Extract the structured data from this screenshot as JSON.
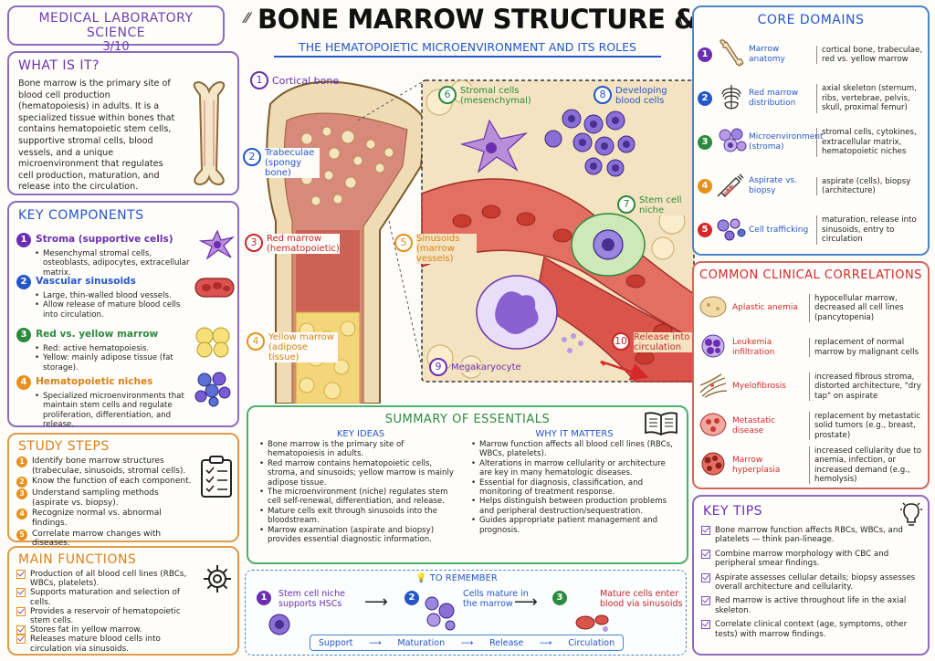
{
  "header": {
    "subject": "MEDICAL LABORATORY SCIENCE",
    "page": "3/10",
    "title": "BONE MARROW STRUCTURE & FUNCTION",
    "subtitle": "THE HEMATOPOIETIC MICROENVIRONMENT AND ITS ROLES"
  },
  "what_is_it": {
    "title": "WHAT IS IT?",
    "text": "Bone marrow is the primary site of blood cell production (hematopoiesis) in adults. It is a specialized tissue within bones that contains hematopoietic stem cells, supportive stromal cells, blood vessels, and a unique microenvironment that regulates cell production, maturation, and release into the circulation."
  },
  "key_components": {
    "title": "KEY COMPONENTS",
    "items": [
      {
        "num": "1",
        "color": "purple",
        "title": "Stroma (supportive cells)",
        "bullets": [
          "Mesenchymal stromal cells, osteoblasts, adipocytes, extracellular matrix."
        ]
      },
      {
        "num": "2",
        "color": "blue",
        "title": "Vascular sinusoids",
        "bullets": [
          "Large, thin-walled blood vessels.",
          "Allow release of mature blood cells into circulation."
        ]
      },
      {
        "num": "3",
        "color": "green",
        "title": "Red vs. yellow marrow",
        "bullets": [
          "Red: active hematopoiesis.",
          "Yellow: mainly adipose tissue (fat storage)."
        ]
      },
      {
        "num": "4",
        "color": "orange",
        "title": "Hematopoietic niches",
        "bullets": [
          "Specialized microenvironments that maintain stem cells and regulate proliferation, differentiation, and release."
        ]
      }
    ]
  },
  "study_steps": {
    "title": "STUDY STEPS",
    "items": [
      "Identify bone marrow structures (trabeculae, sinusoids, stromal cells).",
      "Know the function of each component.",
      "Understand sampling methods (aspirate vs. biopsy).",
      "Recognize normal vs. abnormal findings.",
      "Correlate marrow changes with diseases."
    ]
  },
  "main_functions": {
    "title": "MAIN FUNCTIONS",
    "items": [
      "Production of all blood cell lines (RBCs, WBCs, platelets).",
      "Supports maturation and selection of cells.",
      "Provides a reservoir of hematopoietic stem cells.",
      "Stores fat in yellow marrow.",
      "Releases mature blood cells into circulation via sinusoids."
    ]
  },
  "diagram": {
    "labels": [
      {
        "n": "1",
        "text": "Cortical bone"
      },
      {
        "n": "2",
        "text": "Trabeculae (spongy bone)"
      },
      {
        "n": "3",
        "text": "Red marrow (hematopoietic)"
      },
      {
        "n": "4",
        "text": "Yellow marrow (adipose tissue)"
      },
      {
        "n": "5",
        "text": "Sinusoids (marrow vessels)"
      },
      {
        "n": "6",
        "text": "Stromal cells (mesenchymal)"
      },
      {
        "n": "7",
        "text": "Stem cell niche"
      },
      {
        "n": "8",
        "text": "Developing blood cells"
      },
      {
        "n": "9",
        "text": "Megakaryocyte"
      },
      {
        "n": "10",
        "text": "Release into circulation"
      }
    ]
  },
  "summary": {
    "title": "SUMMARY OF ESSENTIALS",
    "col1_title": "KEY IDEAS",
    "col1": [
      "Bone marrow is the primary site of hematopoiesis in adults.",
      "Red marrow contains hematopoietic cells, stroma, and sinusoids; yellow marrow is mainly adipose tissue.",
      "The microenvironment (niche) regulates stem cell self-renewal, differentiation, and release.",
      "Mature cells exit through sinusoids into the bloodstream.",
      "Marrow examination (aspirate and biopsy) provides essential diagnostic information."
    ],
    "col2_title": "WHY IT MATTERS",
    "col2": [
      "Marrow function affects all blood cell lines (RBCs, WBCs, platelets).",
      "Alterations in marrow cellularity or architecture are key in many hematologic diseases.",
      "Essential for diagnosis, classification, and monitoring of treatment response.",
      "Helps distinguish between production problems and peripheral destruction/sequestration.",
      "Guides appropriate patient management and prognosis."
    ]
  },
  "remember": {
    "title": "TO REMEMBER",
    "steps": [
      {
        "n": "1",
        "text": "Stem cell niche supports HSCs"
      },
      {
        "n": "2",
        "text": "Cells mature in the marrow"
      },
      {
        "n": "3",
        "text": "Mature cells enter blood via sinusoids"
      }
    ],
    "flow": [
      "Support",
      "Maturation",
      "Release",
      "Circulation"
    ]
  },
  "core_domains": {
    "title": "CORE DOMAINS",
    "items": [
      {
        "n": "1",
        "color": "purple",
        "icon": "bone-icon",
        "name": "Marrow anatomy",
        "desc": "cortical bone, trabeculae, red vs. yellow marrow"
      },
      {
        "n": "2",
        "color": "blue",
        "icon": "skeleton-icon",
        "name": "Red marrow distribution",
        "desc": "axial skeleton (sternum, ribs, vertebrae, pelvis, skull, proximal femur)"
      },
      {
        "n": "3",
        "color": "green",
        "icon": "cells-icon",
        "name": "Microenvironment (stroma)",
        "desc": "stromal cells, cytokines, extracellular matrix, hematopoietic niches"
      },
      {
        "n": "4",
        "color": "orange",
        "icon": "syringe-icon",
        "name": "Aspirate vs. biopsy",
        "desc": "aspirate (cells), biopsy (architecture)"
      },
      {
        "n": "5",
        "color": "red",
        "icon": "trafficking-icon",
        "name": "Cell trafficking",
        "desc": "maturation, release into sinusoids, entry to circulation"
      }
    ]
  },
  "clinical": {
    "title": "COMMON CLINICAL CORRELATIONS",
    "items": [
      {
        "icon": "aplastic-icon",
        "name": "Aplastic anemia",
        "desc": "hypocellular marrow, decreased all cell lines (pancytopenia)"
      },
      {
        "icon": "leukemia-icon",
        "name": "Leukemia infiltration",
        "desc": "replacement of normal marrow by malignant cells"
      },
      {
        "icon": "fibrosis-icon",
        "name": "Myelofibrosis",
        "desc": "increased fibrous stroma, distorted architecture, \"dry tap\" on aspirate"
      },
      {
        "icon": "metastatic-icon",
        "name": "Metastatic disease",
        "desc": "replacement by metastatic solid tumors (e.g., breast, prostate)"
      },
      {
        "icon": "hyperplasia-icon",
        "name": "Marrow hyperplasia",
        "desc": "increased cellularity due to anemia, infection, or increased demand (e.g., hemolysis)"
      }
    ]
  },
  "key_tips": {
    "title": "KEY TIPS",
    "items": [
      "Bone marrow function affects RBCs, WBCs, and platelets — think pan-lineage.",
      "Combine marrow morphology with CBC and peripheral smear findings.",
      "Aspirate assesses cellular details; biopsy assesses overall architecture and cellularity.",
      "Red marrow is active throughout life in the axial skeleton.",
      "Correlate clinical context (age, symptoms, other tests) with marrow findings."
    ]
  },
  "colors": {
    "purple": "#6a2fb0",
    "blue": "#2456c9",
    "green": "#2b8a3e",
    "orange": "#e8901c",
    "red": "#d62828"
  }
}
